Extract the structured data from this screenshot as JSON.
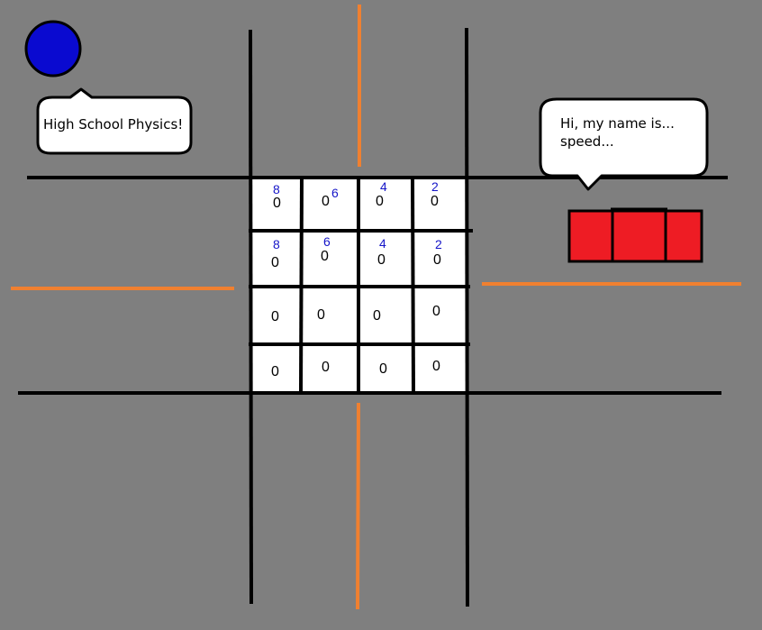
{
  "colors": {
    "background": "#7f7f7f",
    "road_line": "#000000",
    "lane_marking": "#f08030",
    "ball": "#0a0ad0",
    "car": "#ee1c24",
    "grid_number": "#1515c8"
  },
  "left_bubble": {
    "text": "High School Physics!"
  },
  "right_bubble": {
    "text": "Hi, my name is...\nspeed..."
  },
  "grid": {
    "rows": [
      [
        {
          "value": "0",
          "number": "8"
        },
        {
          "value": "0",
          "number": "6"
        },
        {
          "value": "0",
          "number": "4"
        },
        {
          "value": "0",
          "number": "2"
        }
      ],
      [
        {
          "value": "0",
          "number": "8"
        },
        {
          "value": "0",
          "number": "6"
        },
        {
          "value": "0",
          "number": "4"
        },
        {
          "value": "0",
          "number": "2"
        }
      ],
      [
        {
          "value": "0",
          "number": ""
        },
        {
          "value": "0",
          "number": ""
        },
        {
          "value": "0",
          "number": ""
        },
        {
          "value": "0",
          "number": ""
        }
      ],
      [
        {
          "value": "0",
          "number": ""
        },
        {
          "value": "0",
          "number": ""
        },
        {
          "value": "0",
          "number": ""
        },
        {
          "value": "0",
          "number": ""
        }
      ]
    ]
  }
}
